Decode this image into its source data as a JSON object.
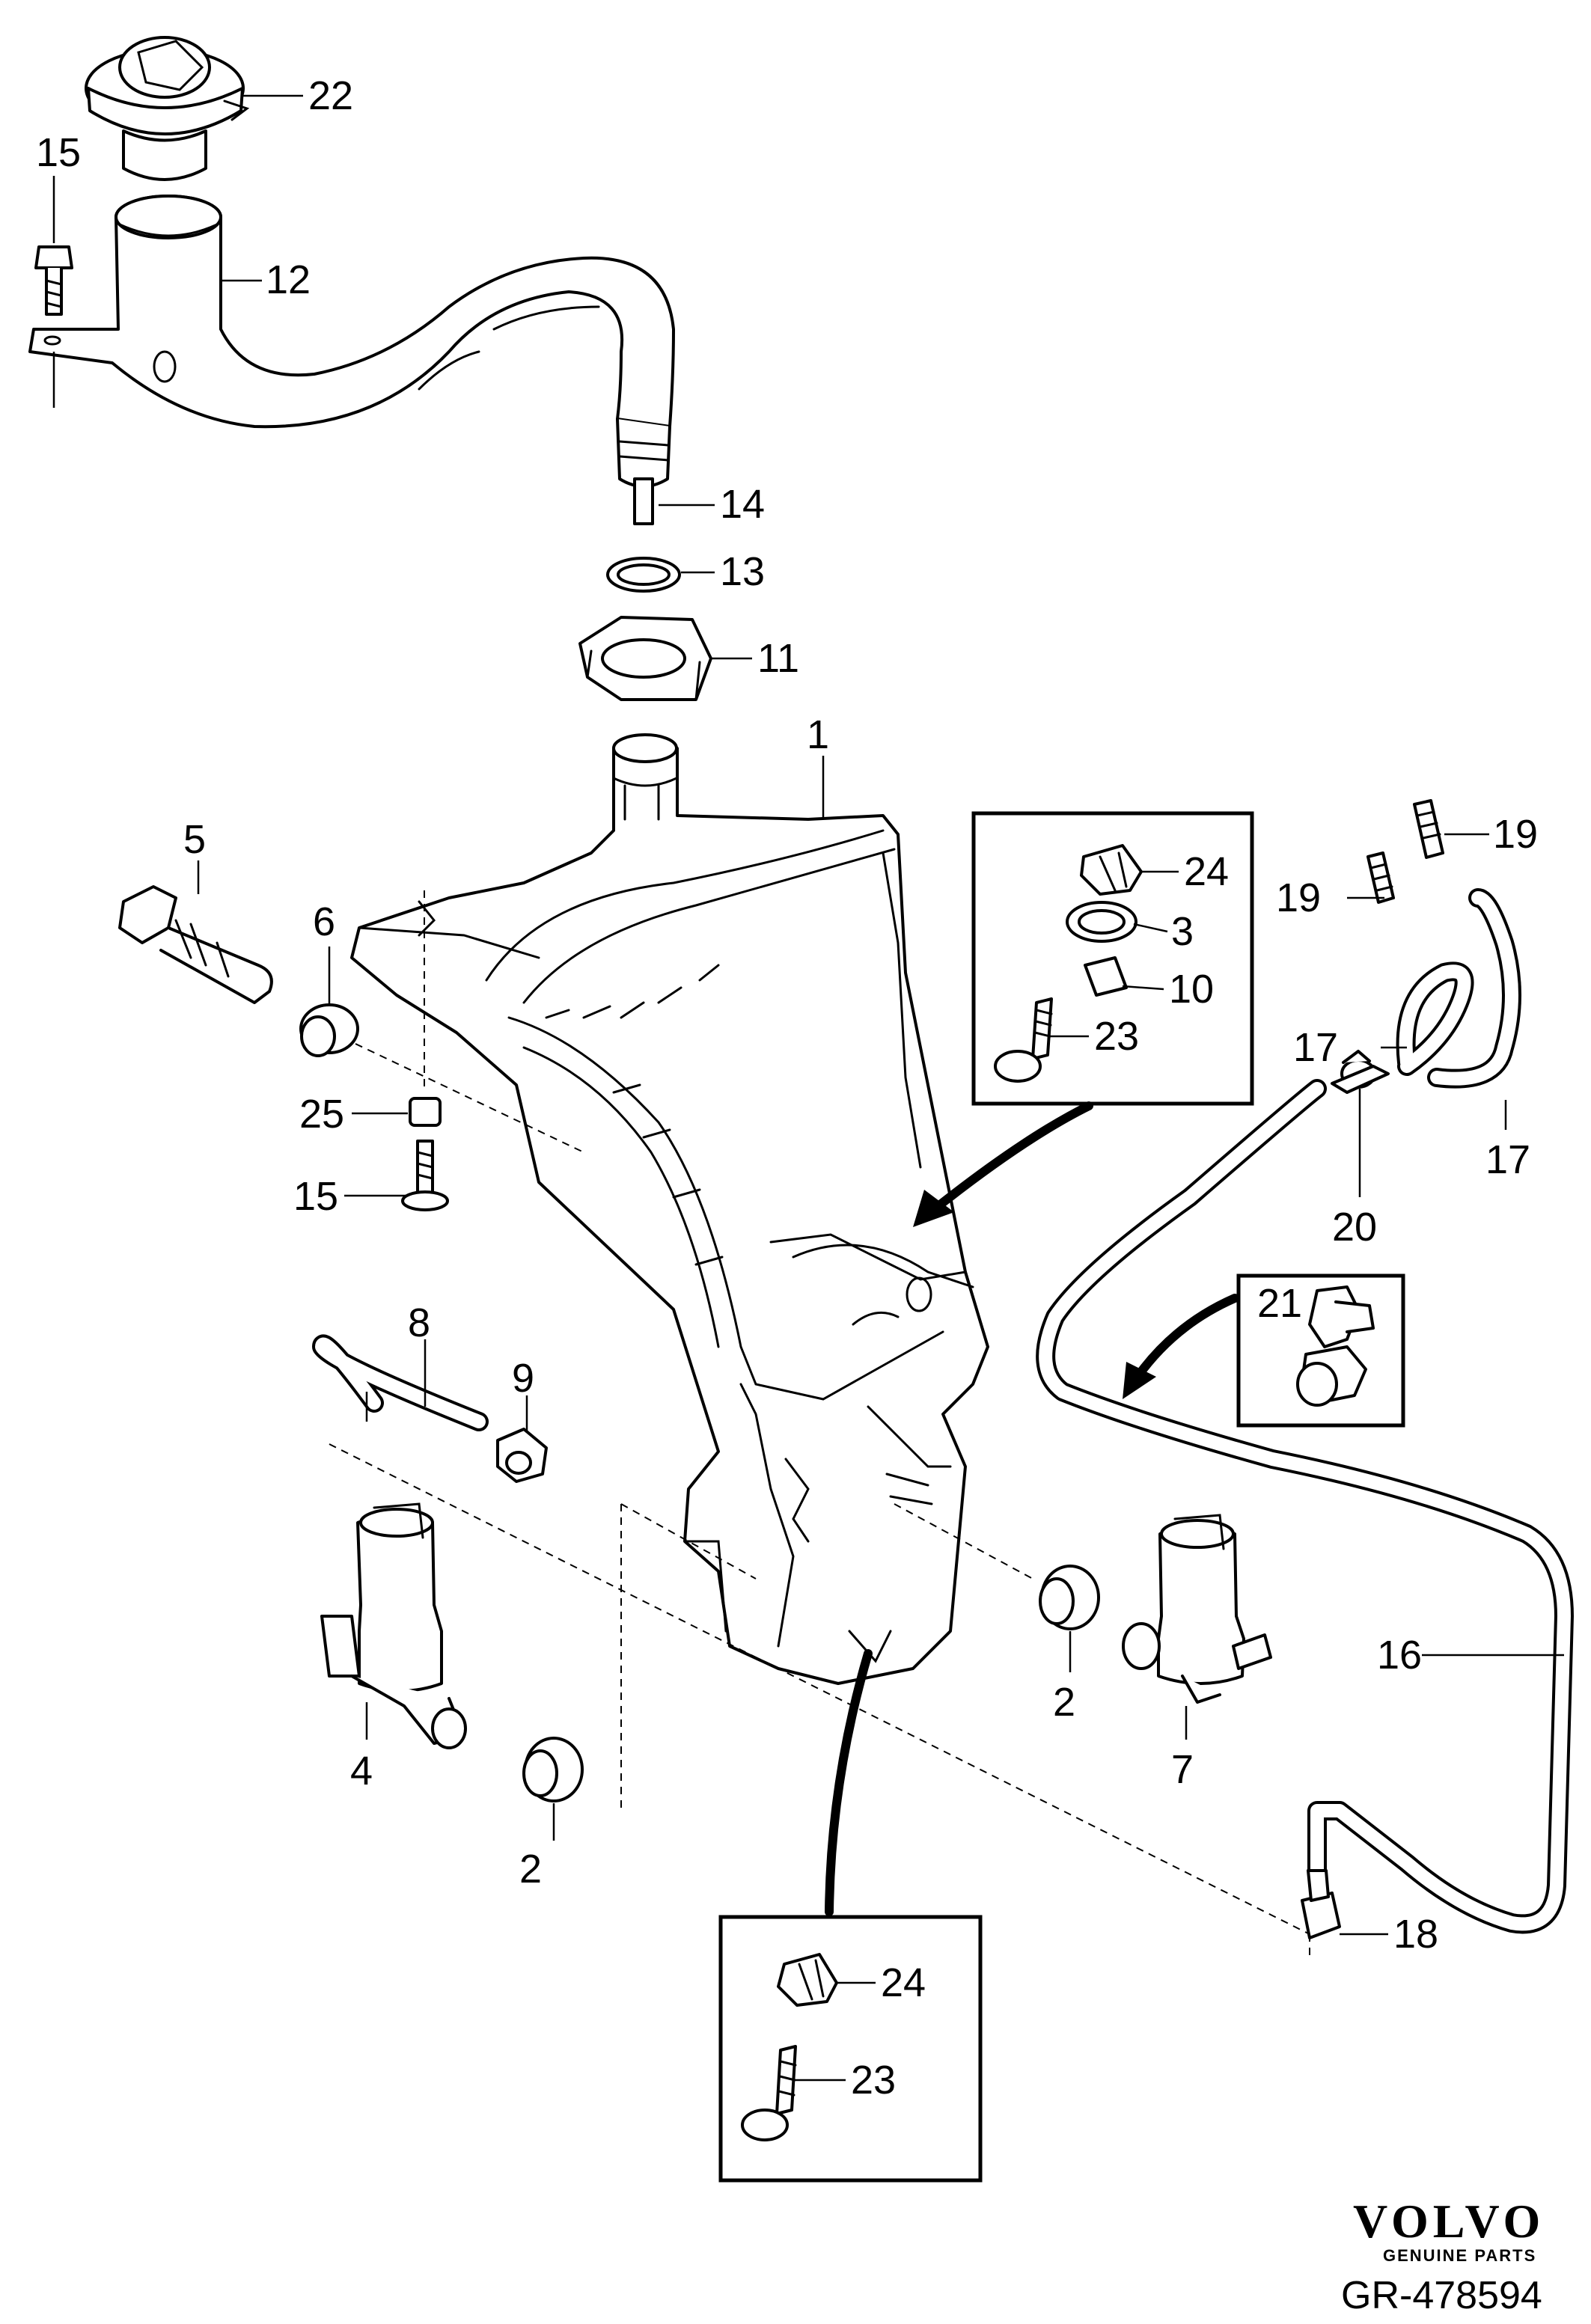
{
  "callouts": {
    "c1": "1",
    "c2a": "2",
    "c2b": "2",
    "c3": "3",
    "c4": "4",
    "c5": "5",
    "c6": "6",
    "c7": "7",
    "c8": "8",
    "c9": "9",
    "c10": "10",
    "c11": "11",
    "c12": "12",
    "c13": "13",
    "c14": "14",
    "c15a": "15",
    "c15b": "15",
    "c16": "16",
    "c17a": "17",
    "c17b": "17",
    "c18": "18",
    "c19a": "19",
    "c19b": "19",
    "c20": "20",
    "c21": "21",
    "c22": "22",
    "c23a": "23",
    "c23b": "23",
    "c24a": "24",
    "c24b": "24",
    "c25": "25"
  },
  "brand": {
    "name": "VOLVO",
    "tagline": "GENUINE PARTS"
  },
  "reference": "GR-478594",
  "colors": {
    "line": "#000000",
    "background": "#ffffff"
  }
}
